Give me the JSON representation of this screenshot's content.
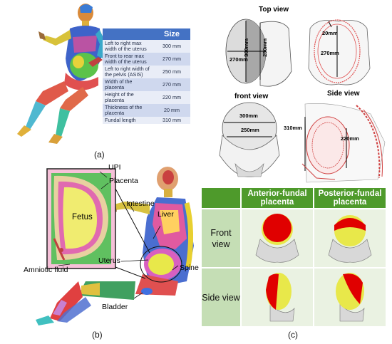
{
  "panel_a": {
    "caption": "(a)",
    "header": "Size",
    "rows": [
      {
        "label": "Left to right max width of the uterus",
        "value": "300 mm"
      },
      {
        "label": "Front to rear max width of the uterus",
        "value": "270 mm"
      },
      {
        "label": "Left to right width of the pelvis (ASIS)",
        "value": "250 mm"
      },
      {
        "label": "Width of the placenta",
        "value": "270 mm"
      },
      {
        "label": "Height of the placenta",
        "value": "220 mm"
      },
      {
        "label": "Thickness of the placenta",
        "value": "20 mm"
      },
      {
        "label": "Fundal length",
        "value": "310 mm"
      }
    ]
  },
  "panel_b": {
    "caption": "(b)",
    "labels": {
      "upi": "UPI",
      "placenta": "Placenta",
      "fetus": "Fetus",
      "intestine": "Intestine",
      "liver": "Liver",
      "uterus": "Uterus",
      "spine": "Spine",
      "amniotic": "Amniotic fluid",
      "bladder": "Bladder"
    }
  },
  "panel_c": {
    "caption": "(c)",
    "top_view": "Top view",
    "front_view": "front view",
    "side_view": "Side view",
    "dims": {
      "d300": "300mm",
      "d250": "250mm",
      "d270": "270mm",
      "d20": "20mm",
      "d310": "310mm",
      "d220": "220mm"
    },
    "table": {
      "col1": "Anterior-fundal placenta",
      "col2": "Posterior-fundal placenta",
      "row1": "Front view",
      "row2": "Side view"
    }
  },
  "colors": {
    "table_header": "#4472c4",
    "green_header": "#4e9a2b",
    "placenta_red": "#e00000",
    "uterus_yellow": "#e8e84a"
  }
}
